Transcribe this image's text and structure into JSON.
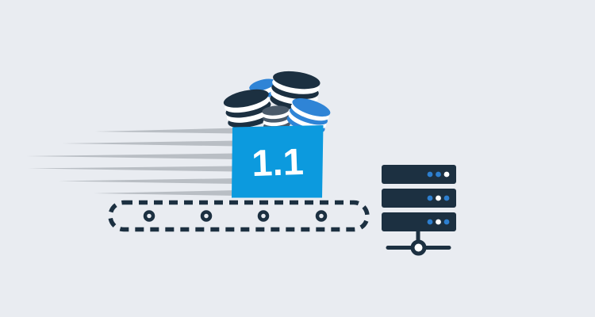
{
  "box": {
    "version_label": "1.1"
  },
  "colors": {
    "background": "#e9ecf1",
    "navy": "#1c3041",
    "box_blue": "#0c9ade",
    "chip_blue": "#2f84d6",
    "chip_slate": "#4a5a6a",
    "speed_line_gray": "#b9bec4",
    "led_blue": "#2d7fd0",
    "white": "#ffffff"
  },
  "server": {
    "unit_count": 3,
    "led_rows": [
      [
        "blue",
        "blue",
        "white"
      ],
      [
        "blue",
        "white",
        "blue"
      ],
      [
        "blue",
        "white",
        "blue"
      ]
    ]
  },
  "conveyor": {
    "roller_count": 4
  },
  "speed_lines": {
    "count": 6
  },
  "icons": {
    "coin_stack": "coin-stack-icon",
    "server": "server-rack-icon",
    "conveyor": "conveyor-belt-icon",
    "network_node": "network-node-icon",
    "speed_lines": "speed-lines-icon"
  }
}
